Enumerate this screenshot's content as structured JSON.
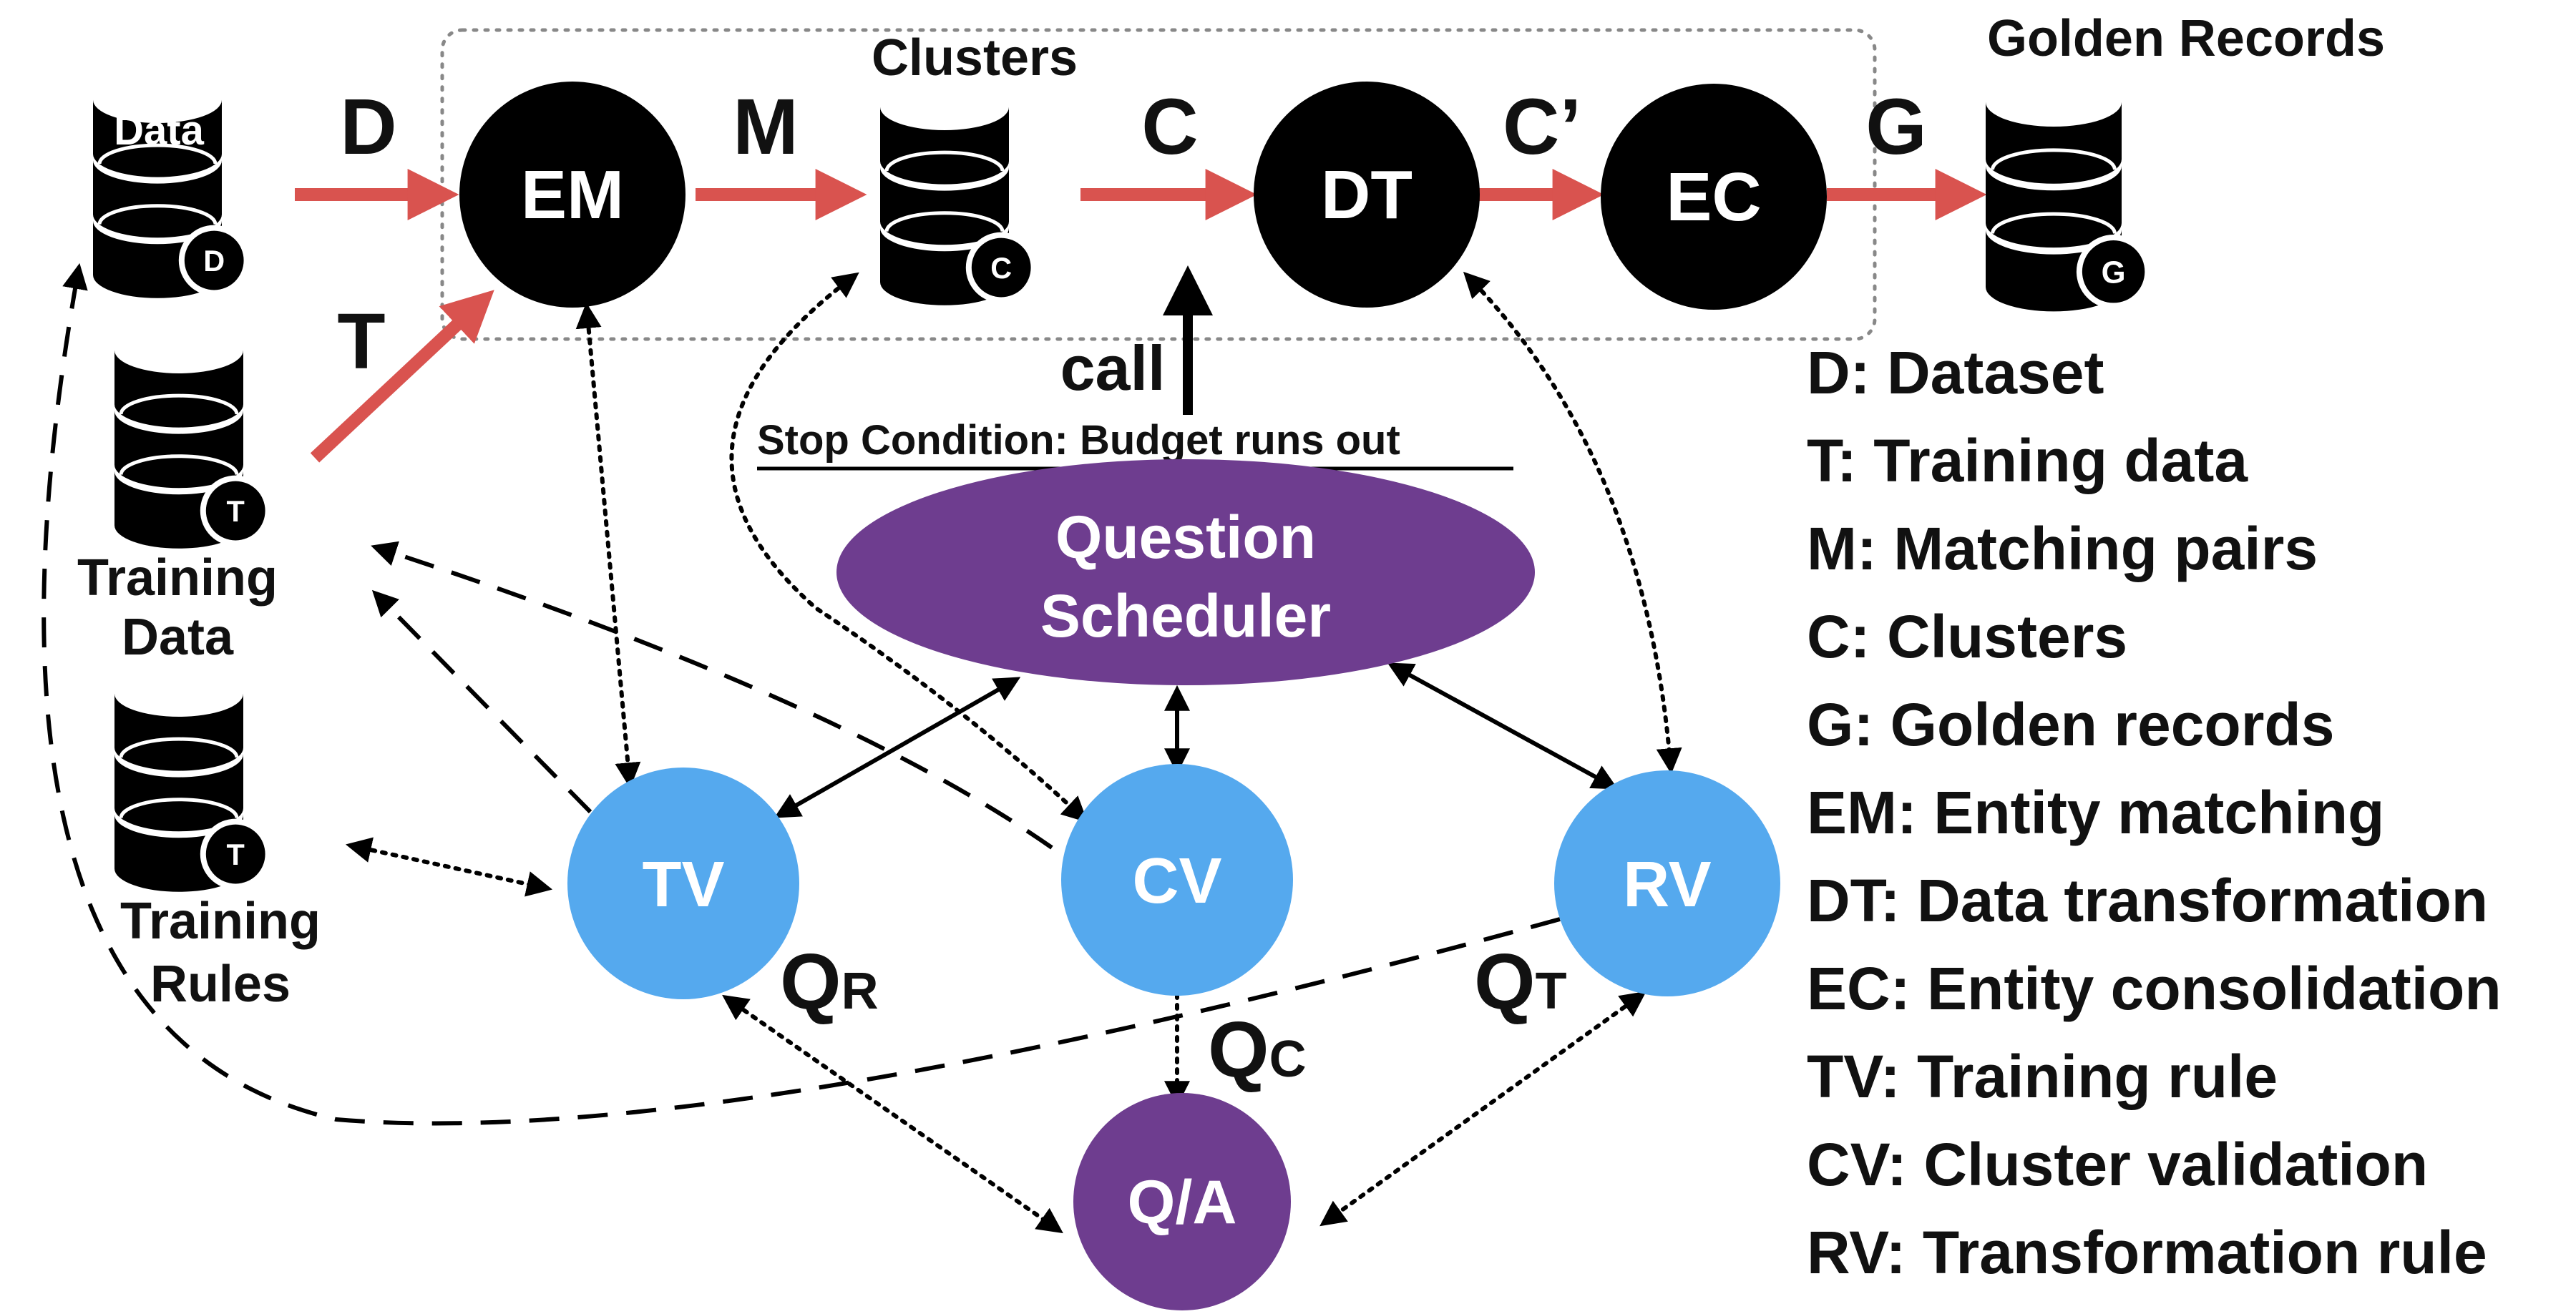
{
  "colors": {
    "data_arrow": "#d9534f",
    "process_node": "#000000",
    "question_node": "#6e3d8f",
    "verifier_node": "#55a9ee",
    "dotted_box": "#888888",
    "text": "#111111"
  },
  "pipeline": {
    "clusters_label": "Clusters",
    "golden_records_label": "Golden Records",
    "arrow_labels": {
      "d": "D",
      "m": "M",
      "c": "C",
      "c_prime": "C’",
      "g": "G",
      "t": "T"
    },
    "nodes": {
      "em": "EM",
      "dt": "DT",
      "ec": "EC"
    }
  },
  "databases": {
    "data": {
      "top_label": "Data",
      "badge": "D"
    },
    "clusters": {
      "badge": "C"
    },
    "golden": {
      "badge": "G"
    },
    "training_data": {
      "badge": "T",
      "caption_line1": "Training",
      "caption_line2": "Data"
    },
    "training_rules": {
      "badge": "T",
      "caption_line1": "Training",
      "caption_line2": "Rules"
    }
  },
  "control": {
    "call_label": "call",
    "stop_condition": "Stop Condition: Budget runs out",
    "scheduler_line1": "Question",
    "scheduler_line2": "Scheduler"
  },
  "verifiers": {
    "tv": "TV",
    "cv": "CV",
    "rv": "RV",
    "qa": "Q/A"
  },
  "questions": {
    "qr": {
      "main": "Q",
      "sub": "R"
    },
    "qc": {
      "main": "Q",
      "sub": "C"
    },
    "qt": {
      "main": "Q",
      "sub": "T"
    }
  },
  "legend": [
    "D: Dataset",
    "T: Training data",
    "M: Matching pairs",
    "C: Clusters",
    "G: Golden records",
    "EM: Entity matching",
    "DT: Data transformation",
    "EC: Entity consolidation",
    "TV: Training rule",
    "CV: Cluster validation",
    "RV: Transformation rule"
  ]
}
